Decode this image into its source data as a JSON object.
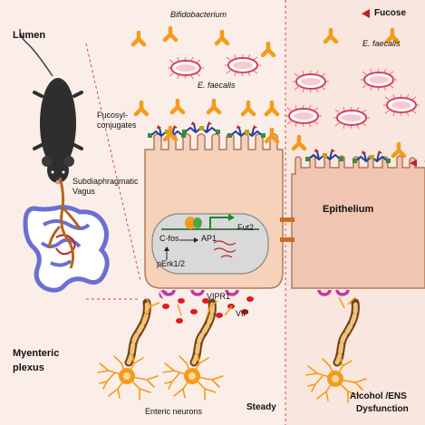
{
  "labels": {
    "lumen": "Lumen",
    "myenteric": "Myenteric",
    "plexus": "plexus",
    "bifido": "Bifidobacterium",
    "efaecalis_center": "E. faecalis",
    "efaecalis_right": "E. faecalis",
    "fucose_legend": "Fucose",
    "fucosyl_1": "Fucosyl-",
    "fucosyl_2": "conjugates",
    "subdia_1": "Subdiaphragmatic",
    "subdia_2": "Vagus",
    "epithelium": "Epithelium",
    "cfos": "C-fos",
    "ap1": "AP1",
    "fut2": "Fut2",
    "perk": "pErk1/2",
    "vipr1": "VIPR1",
    "vip": "VIP",
    "enteric": "Enteric neurons",
    "steady": "Steady",
    "alcohol": "Alcohol /ENS",
    "dysfunction": "Dysfunction"
  },
  "colors": {
    "background": "#fbeee9",
    "cell": "#f5d2b9",
    "cell_stroke": "#b07a5a",
    "nucleus": "#d9d9d9",
    "antibody": "#f39c1b",
    "fucose": "#c0202a",
    "vip_dot": "#e0191e",
    "receptor": "#c03aa6",
    "neuron": "#f39c1b",
    "axon": "#8a5a1a",
    "junction": "#d06a1a",
    "vagus": "#b5651d",
    "intestine": "#6a6fd0",
    "mouse": "#2e2e2e"
  },
  "icons": [
    "mouse-icon",
    "intestine-icon",
    "antibody-icon",
    "bacterium-icon",
    "fucose-icon",
    "neuron-icon",
    "dna-icon",
    "transcription-complex-icon"
  ]
}
